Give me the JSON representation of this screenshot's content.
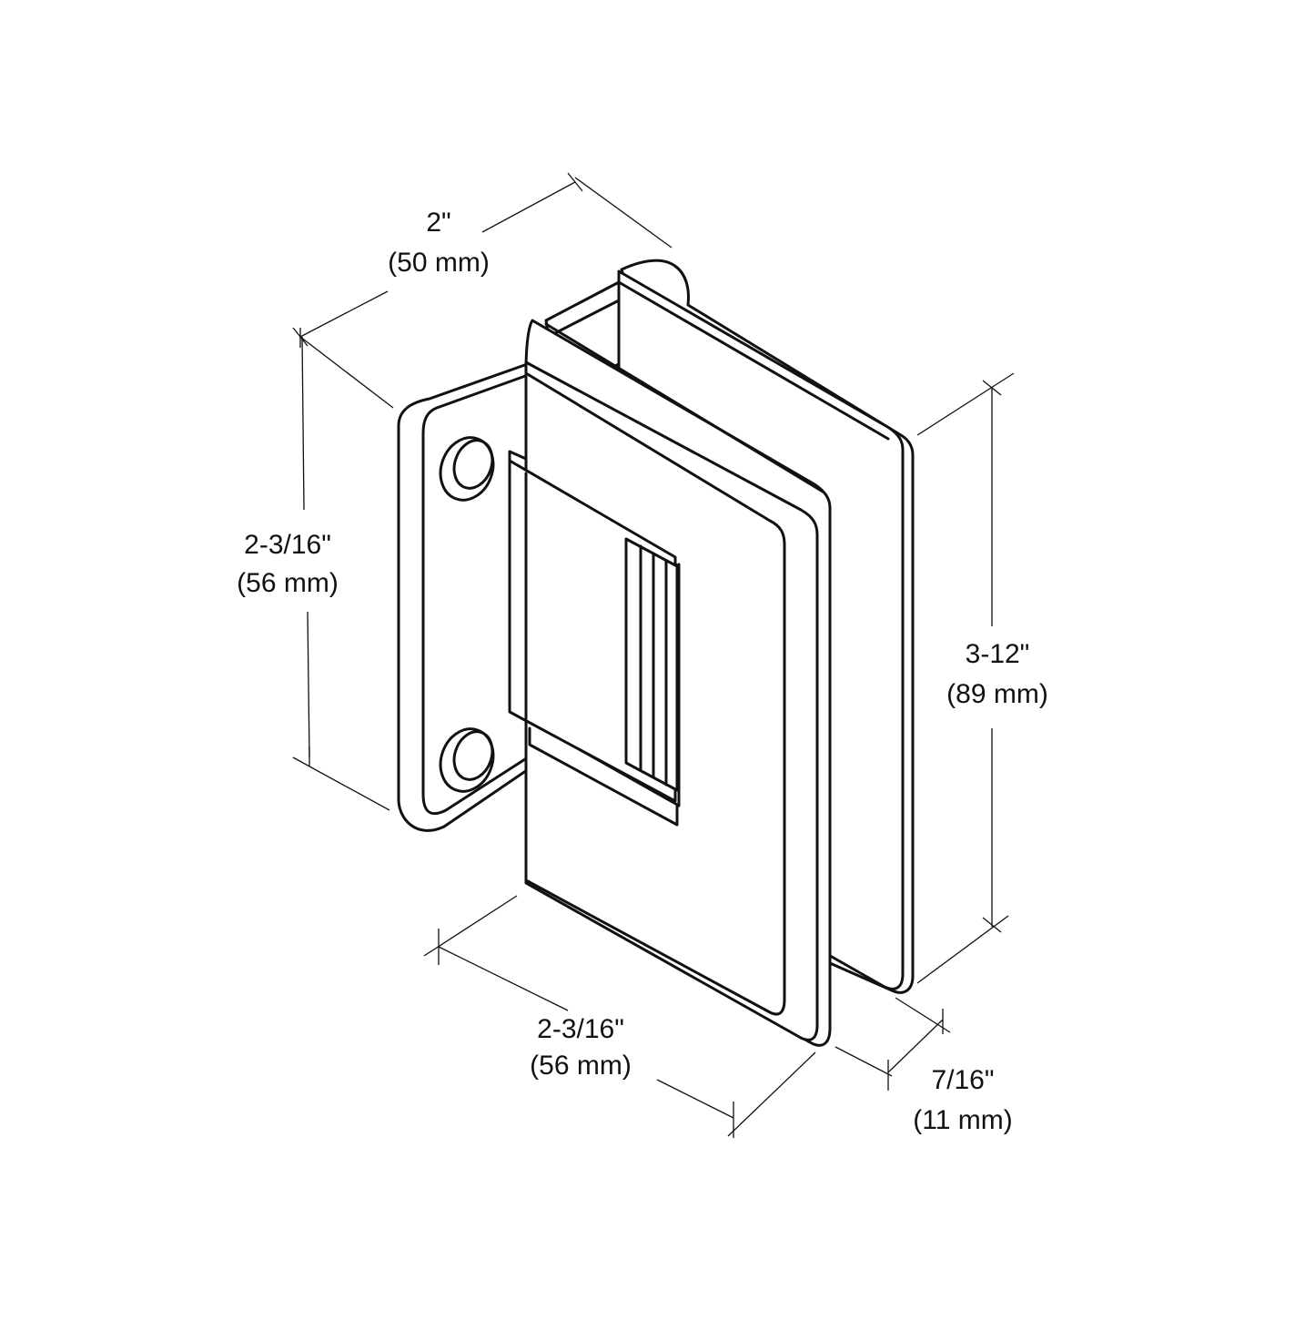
{
  "colors": {
    "line": "#111111",
    "background": "#ffffff"
  },
  "dimensions": {
    "top_width": {
      "imperial": "2\"",
      "metric": "(50 mm)"
    },
    "left_height": {
      "imperial": "2-3/16\"",
      "metric": "(56 mm)"
    },
    "right_height": {
      "imperial": "3-12\"",
      "metric": "(89 mm)"
    },
    "bottom_width": {
      "imperial": "2-3/16\"",
      "metric": "(56 mm)"
    },
    "thickness": {
      "imperial": "7/16\"",
      "metric": "(11 mm)"
    }
  }
}
